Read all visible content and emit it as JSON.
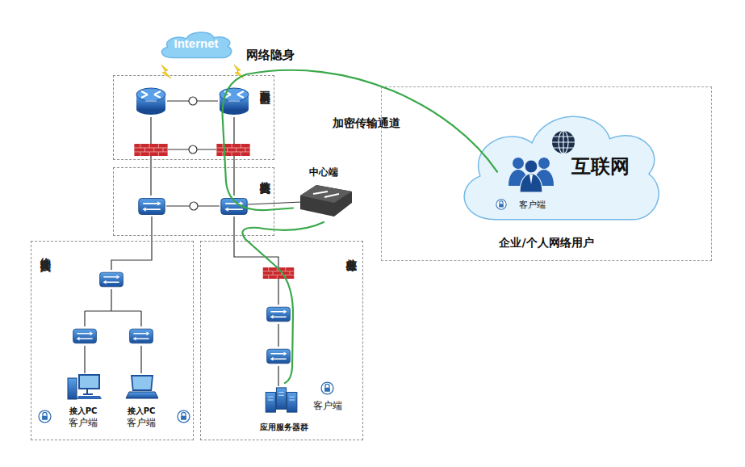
{
  "diagram": {
    "nodes": [
      {
        "text": [
          "Internet"
        ]
      },
      {
        "text": [
          "互联网出口区"
        ]
      },
      {
        "text": [
          "核心交换区"
        ]
      },
      {
        "text": [
          "中心端"
        ]
      },
      {
        "text": [
          "终端接入区"
        ]
      },
      {
        "text": [
          "接入PC",
          "客户端"
        ],
        "in": 4
      },
      {
        "text": [
          "接入PC",
          "客户端"
        ],
        "in": 4
      },
      {
        "text": [
          "核心业务区"
        ]
      },
      {
        "text": [
          "应用服务器群"
        ],
        "in": 7
      },
      {
        "text": [
          "企业/个人网络用户"
        ]
      },
      {
        "text": [
          "互联网"
        ],
        "in": 9
      },
      {
        "text": [
          "客户端"
        ],
        "in": 10
      }
    ],
    "edges": [
      {
        "from": 11,
        "to": 3,
        "arrow": "none",
        "label": "加密传输通道"
      },
      {
        "from": 3,
        "to": 8,
        "arrow": "none"
      }
    ],
    "labels": [
      "网络隐身",
      "客户端"
    ]
  }
}
